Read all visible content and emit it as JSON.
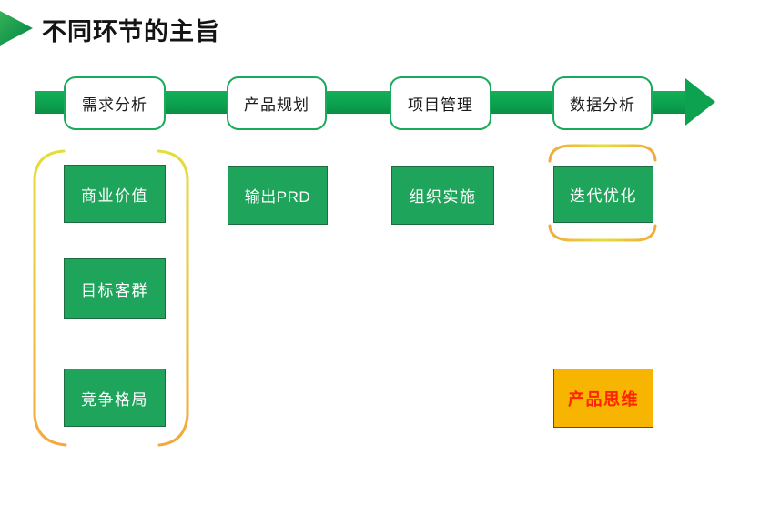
{
  "title": "不同环节的主旨",
  "stages": [
    {
      "label": "需求分析",
      "items": [
        "商业价值",
        "目标客群",
        "竞争格局"
      ]
    },
    {
      "label": "产品规划",
      "items": [
        "输出PRD"
      ]
    },
    {
      "label": "项目管理",
      "items": [
        "组织实施"
      ]
    },
    {
      "label": "数据分析",
      "items": [
        "迭代优化"
      ]
    }
  ],
  "callout": {
    "label": "产品思维"
  },
  "colors": {
    "arrow_green": "#0ca24f",
    "box_green": "#1ea55b",
    "stage_border_green": "#19ab5b",
    "bracket_yellow": "#e4dd3c",
    "bracket_orange": "#f3a93d",
    "callout_fill": "#f7b502",
    "callout_border": "#55503e",
    "callout_text": "#fe2400",
    "title_text": "#141414",
    "stage_text": "#1b1b1b",
    "item_text": "#ffffff"
  }
}
